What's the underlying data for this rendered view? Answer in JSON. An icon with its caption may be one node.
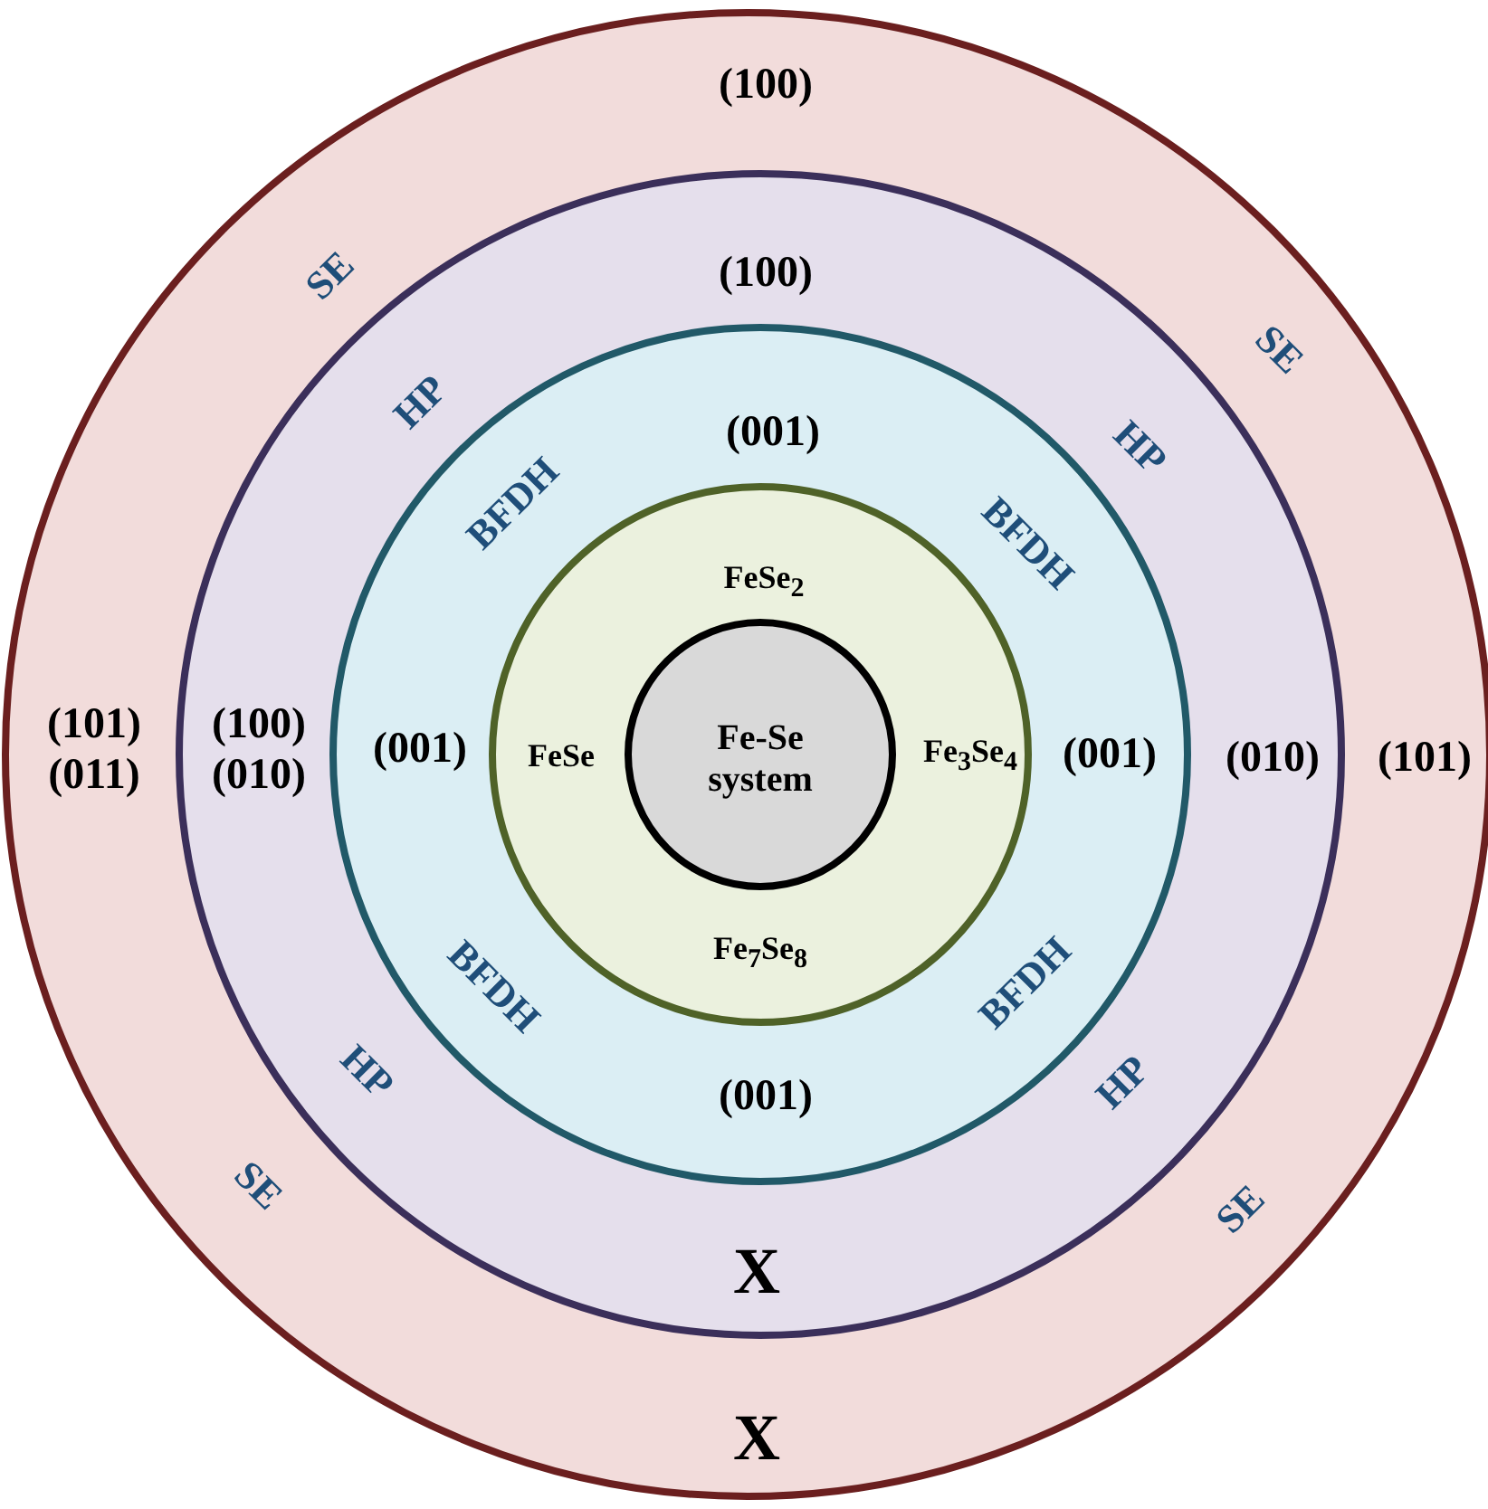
{
  "diagram": {
    "nodes": [
      {
        "text": [],
        "shape": "circle"
      },
      {
        "text": [],
        "shape": "circle",
        "in": 0
      },
      {
        "text": [],
        "shape": "circle",
        "in": 1
      },
      {
        "text": [
          "FeSe$_{2}$",
          "FeSe",
          "Fe$_{3}$Se$_{4}$",
          "Fe$_{7}$Se$_{8}$"
        ],
        "in": 2
      },
      {
        "text": [
          "Fe-Se system"
        ],
        "in": 3
      }
    ],
    "labels": [
      "(100)",
      "SE",
      "(100)",
      "SE",
      "HP",
      "(001)",
      "HP",
      "BFDH",
      "BFDH",
      "(101) (011)",
      "(100) (010)",
      "(001)",
      "(001)",
      "(010)",
      "(101)",
      "BFDH",
      "BFDH",
      "HP",
      "(001)",
      "HP",
      "SE",
      "SE",
      "X",
      "X"
    ]
  }
}
